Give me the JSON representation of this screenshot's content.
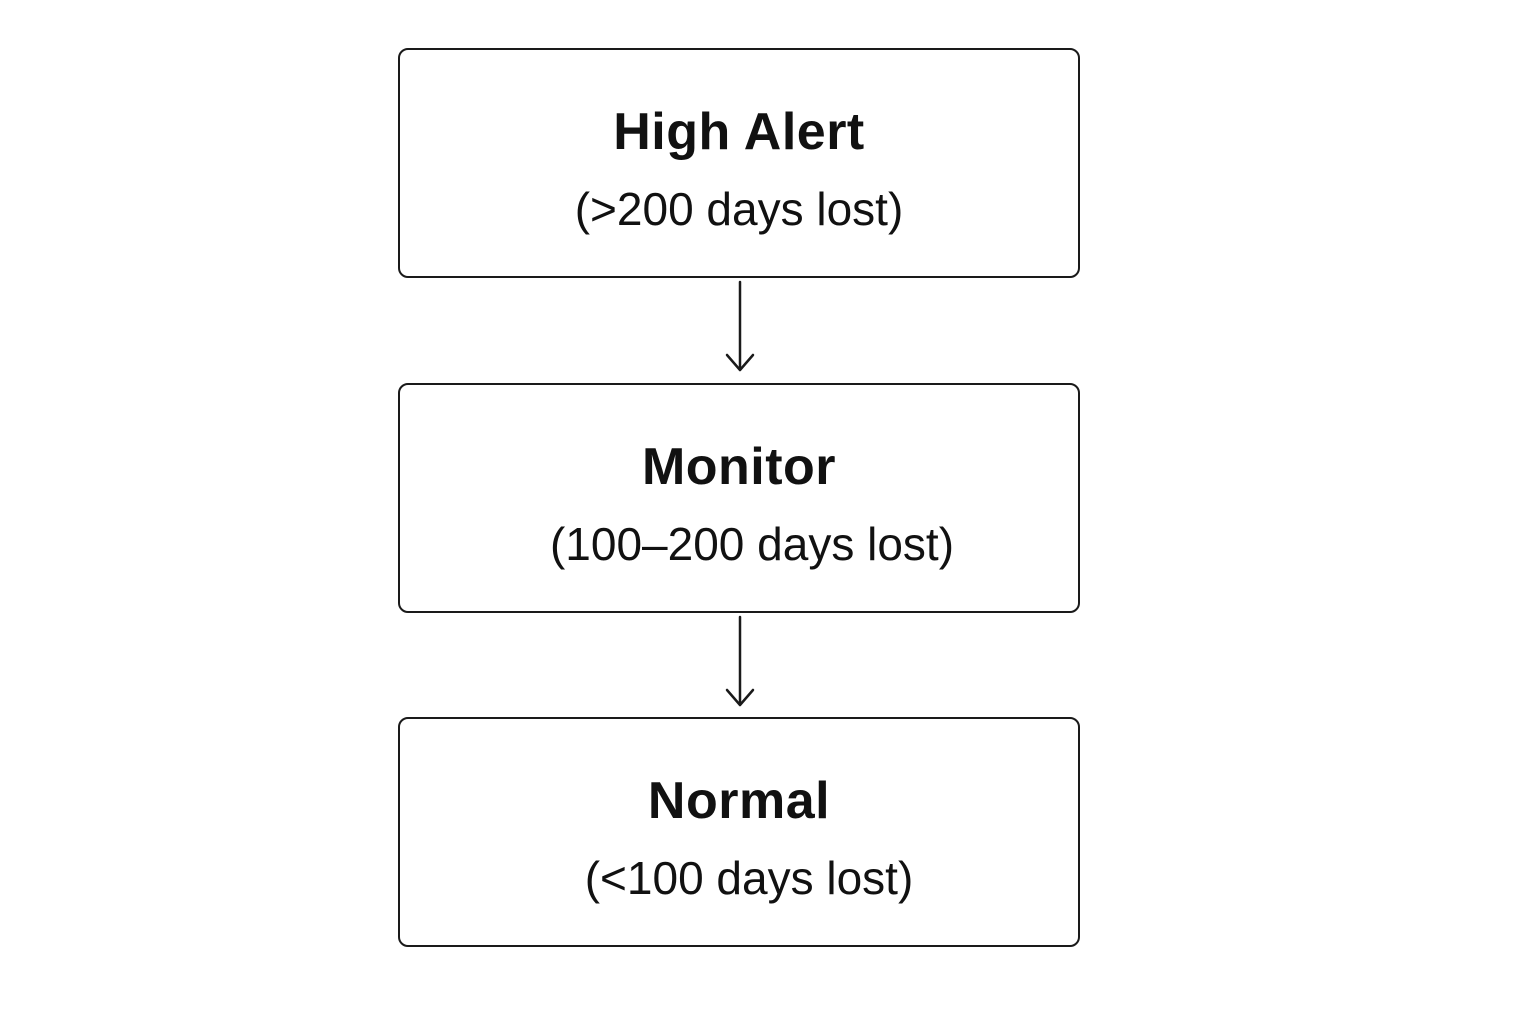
{
  "diagram": {
    "nodes": [
      {
        "id": "high-alert",
        "title": "High Alert",
        "subtitle": "(>200 days lost)"
      },
      {
        "id": "monitor",
        "title": "Monitor",
        "subtitle": "(100–200 days lost)"
      },
      {
        "id": "normal",
        "title": "Normal",
        "subtitle": "(<100 days lost)"
      }
    ],
    "edges": [
      {
        "from": "high-alert",
        "to": "monitor"
      },
      {
        "from": "monitor",
        "to": "normal"
      }
    ],
    "colors": {
      "stroke": "#1a1a1a",
      "text": "#111111",
      "background": "#ffffff"
    }
  }
}
